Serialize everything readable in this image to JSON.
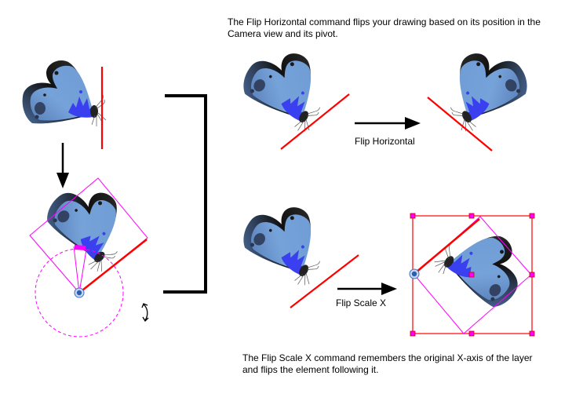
{
  "captions": {
    "flip_horizontal": "The Flip Horizontal command flips your drawing based on its position in the Camera view and its pivot.",
    "flip_scale_x": "The Flip Scale X command remembers the original X-axis of the layer and flips the element following it."
  },
  "labels": {
    "flip_horizontal": "Flip Horizontal",
    "flip_scale_x": "Flip Scale X"
  },
  "colors": {
    "axis_line": "#ff0000",
    "selection": "#ff00ff",
    "bounding_box": "#ff0000",
    "wing_blue": "#6f9bd4",
    "wing_dark": "#1a1a1a",
    "patch_blue": "#3a3ff0",
    "pivot": "#3f6fc0"
  }
}
